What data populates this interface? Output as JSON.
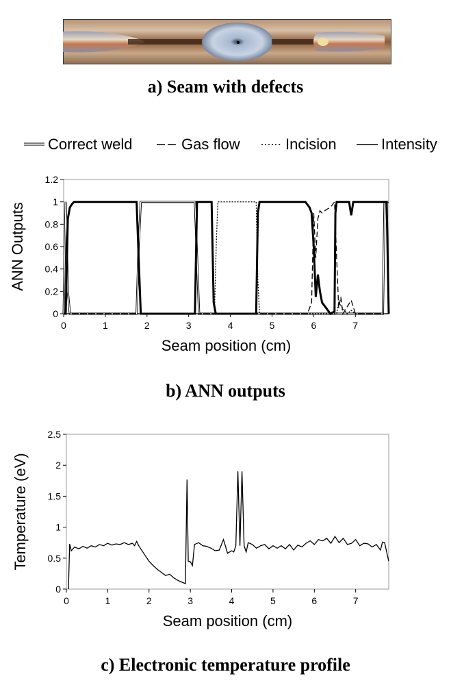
{
  "panel_a": {
    "caption": "a) Seam with defects"
  },
  "legend": {
    "correct_weld": "Correct weld",
    "gas_flow": "Gas flow",
    "incision": "Incision",
    "intensity": "Intensity"
  },
  "panel_b": {
    "caption": "b) ANN outputs"
  },
  "panel_c": {
    "caption": "c) Electronic temperature profile"
  },
  "chart_data": [
    {
      "type": "line",
      "xlabel": "Seam position (cm)",
      "ylabel": "ANN Outputs",
      "xlim": [
        0,
        7.8
      ],
      "ylim": [
        0,
        1.2
      ],
      "xticks": [
        0,
        1,
        2,
        3,
        4,
        5,
        6,
        7
      ],
      "yticks": [
        0,
        0.2,
        0.4,
        0.6,
        0.8,
        1,
        1.2
      ],
      "series": [
        {
          "name": "Correct weld",
          "style": "double",
          "x": [
            0,
            0.05,
            0.1,
            0.15,
            1.75,
            1.8,
            1.85,
            1.9,
            3.15,
            3.2,
            3.25,
            3.55,
            3.6,
            7.62,
            7.66,
            7.7,
            7.8
          ],
          "y": [
            0,
            1,
            0.2,
            0,
            0,
            0.6,
            1,
            1,
            1,
            0.5,
            0,
            0,
            0,
            0,
            0,
            1,
            1
          ]
        },
        {
          "name": "Gas flow",
          "style": "dashed",
          "x": [
            0,
            5.85,
            5.95,
            6.0,
            6.05,
            6.1,
            6.15,
            6.2,
            6.3,
            6.4,
            6.5,
            6.55,
            6.6,
            6.65,
            6.7,
            6.9,
            7.0,
            7.8
          ],
          "y": [
            0,
            0,
            0.1,
            0.9,
            0.5,
            0.85,
            0.92,
            0.9,
            0.93,
            0.95,
            1,
            0.5,
            0.05,
            0.15,
            0,
            0.12,
            0,
            0
          ]
        },
        {
          "name": "Incision",
          "style": "dotted",
          "x": [
            0,
            3.62,
            3.66,
            3.7,
            4.62,
            4.66,
            4.7,
            6.55,
            6.6,
            6.8,
            6.9,
            7.0,
            7.8
          ],
          "y": [
            0,
            0,
            0.6,
            1,
            1,
            0.3,
            0,
            0,
            0.1,
            0,
            0.03,
            0,
            0
          ]
        },
        {
          "name": "Intensity",
          "style": "solid-thick",
          "x": [
            0,
            0.05,
            0.1,
            0.15,
            0.2,
            0.25,
            0.3,
            0.35,
            1.7,
            1.75,
            1.8,
            1.85,
            3.15,
            3.2,
            3.25,
            3.5,
            3.55,
            3.6,
            3.65,
            4.62,
            4.66,
            4.7,
            4.95,
            5.0,
            5.8,
            5.9,
            5.95,
            6.0,
            6.05,
            6.1,
            6.15,
            6.2,
            6.3,
            6.4,
            6.5,
            6.52,
            6.55,
            6.6,
            6.8,
            6.85,
            6.9,
            6.95,
            7.7,
            7.75,
            7.8
          ],
          "y": [
            0,
            0,
            0.85,
            0.95,
            0.98,
            1,
            1,
            1,
            1,
            1,
            0.5,
            0,
            0,
            1,
            1,
            1,
            1,
            0.1,
            0,
            0,
            0.9,
            1,
            1,
            1,
            1,
            0.95,
            0.9,
            0.6,
            0.15,
            0.35,
            0.2,
            0.1,
            0.05,
            0,
            0.02,
            0.9,
            1,
            1,
            1,
            1,
            0.88,
            1,
            1,
            1,
            0
          ]
        }
      ]
    },
    {
      "type": "line",
      "xlabel": "Seam position (cm)",
      "ylabel": "Temperature (eV)",
      "xlim": [
        0,
        7.8
      ],
      "ylim": [
        0,
        2.5
      ],
      "xticks": [
        0,
        1,
        2,
        3,
        4,
        5,
        6,
        7
      ],
      "yticks": [
        0,
        0.5,
        1,
        1.5,
        2,
        2.5
      ],
      "series": [
        {
          "name": "",
          "x": [
            0.05,
            0.08,
            0.12,
            0.2,
            0.3,
            0.4,
            0.5,
            0.6,
            0.7,
            0.8,
            0.9,
            1.0,
            1.1,
            1.2,
            1.3,
            1.4,
            1.5,
            1.6,
            1.65,
            1.7,
            1.75,
            1.8,
            1.9,
            2.0,
            2.1,
            2.2,
            2.3,
            2.4,
            2.5,
            2.6,
            2.7,
            2.8,
            2.88,
            2.92,
            2.95,
            3.0,
            3.05,
            3.1,
            3.2,
            3.3,
            3.4,
            3.5,
            3.6,
            3.7,
            3.8,
            3.9,
            4.0,
            4.05,
            4.1,
            4.15,
            4.2,
            4.25,
            4.3,
            4.35,
            4.4,
            4.5,
            4.6,
            4.7,
            4.8,
            4.9,
            5.0,
            5.1,
            5.2,
            5.3,
            5.4,
            5.5,
            5.6,
            5.7,
            5.8,
            5.9,
            6.0,
            6.1,
            6.2,
            6.3,
            6.4,
            6.5,
            6.6,
            6.7,
            6.8,
            6.9,
            7.0,
            7.1,
            7.2,
            7.3,
            7.4,
            7.5,
            7.6,
            7.65,
            7.7,
            7.8
          ],
          "y": [
            0,
            0.73,
            0.62,
            0.68,
            0.65,
            0.69,
            0.66,
            0.7,
            0.68,
            0.72,
            0.7,
            0.74,
            0.71,
            0.73,
            0.72,
            0.75,
            0.72,
            0.74,
            0.7,
            0.77,
            0.7,
            0.65,
            0.55,
            0.45,
            0.38,
            0.32,
            0.27,
            0.22,
            0.24,
            0.18,
            0.14,
            0.11,
            0.09,
            1.77,
            0.45,
            0.44,
            0.38,
            0.72,
            0.75,
            0.7,
            0.69,
            0.66,
            0.62,
            0.63,
            0.8,
            0.58,
            0.62,
            0.6,
            0.7,
            1.9,
            0.7,
            1.9,
            0.7,
            0.6,
            0.75,
            0.72,
            0.66,
            0.7,
            0.72,
            0.65,
            0.7,
            0.66,
            0.7,
            0.65,
            0.72,
            0.63,
            0.71,
            0.68,
            0.74,
            0.78,
            0.72,
            0.8,
            0.78,
            0.82,
            0.74,
            0.85,
            0.75,
            0.82,
            0.72,
            0.74,
            0.8,
            0.7,
            0.74,
            0.73,
            0.68,
            0.72,
            0.63,
            0.76,
            0.75,
            0.45
          ]
        }
      ]
    }
  ]
}
